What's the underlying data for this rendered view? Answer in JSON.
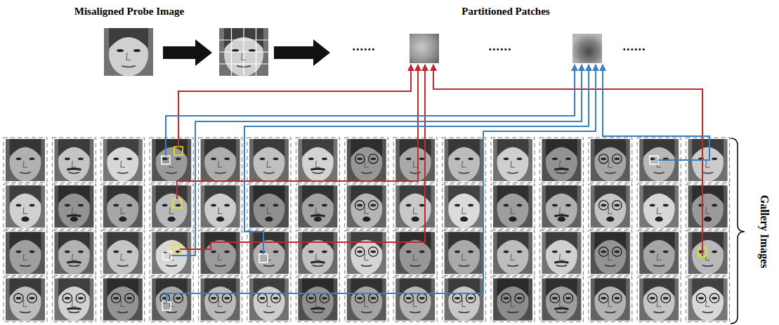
{
  "diagram": {
    "labels": [
      "Misaligned Probe Image",
      "Partitioned Patches",
      "......",
      "......",
      "......",
      "Gallery Images"
    ]
  }
}
